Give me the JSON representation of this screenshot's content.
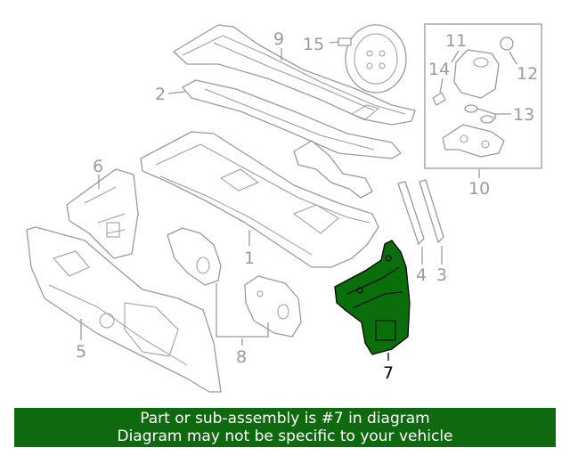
{
  "callouts": {
    "c1": "1",
    "c2": "2",
    "c3": "3",
    "c4": "4",
    "c5": "5",
    "c6": "6",
    "c7": "7",
    "c8": "8",
    "c9": "9",
    "c10": "10",
    "c11": "11",
    "c12": "12",
    "c13": "13",
    "c14": "14",
    "c15": "15"
  },
  "highlighted_part": "7",
  "colors": {
    "highlight": "#0a6e0a",
    "banner": "#0f6a0f",
    "line": "#9a9a9a"
  },
  "footer": {
    "line1": "Part or sub-assembly is #7 in diagram",
    "line2": "Diagram may not be specific to your vehicle"
  }
}
